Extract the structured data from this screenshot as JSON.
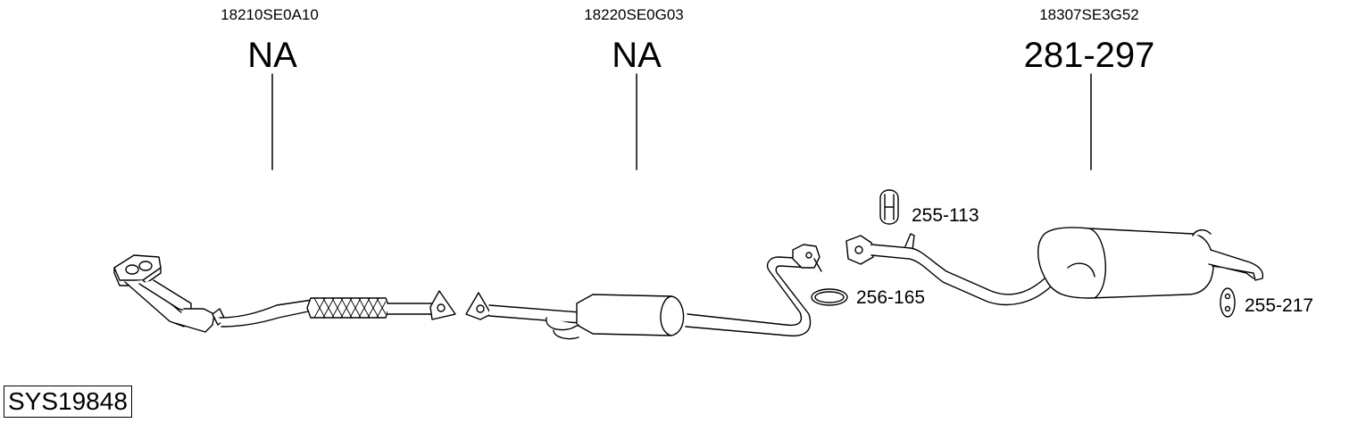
{
  "system_code": "SYS19848",
  "parts": [
    {
      "oe": "18210SE0A10",
      "ref": "NA"
    },
    {
      "oe": "18220SE0G03",
      "ref": "NA"
    },
    {
      "oe": "18307SE3G52",
      "ref": "281-297"
    }
  ],
  "accessories": [
    {
      "ref": "255-113",
      "icon": "rubber-hanger-icon"
    },
    {
      "ref": "256-165",
      "icon": "gasket-ring-icon"
    },
    {
      "ref": "255-217",
      "icon": "rubber-mount-icon"
    }
  ]
}
